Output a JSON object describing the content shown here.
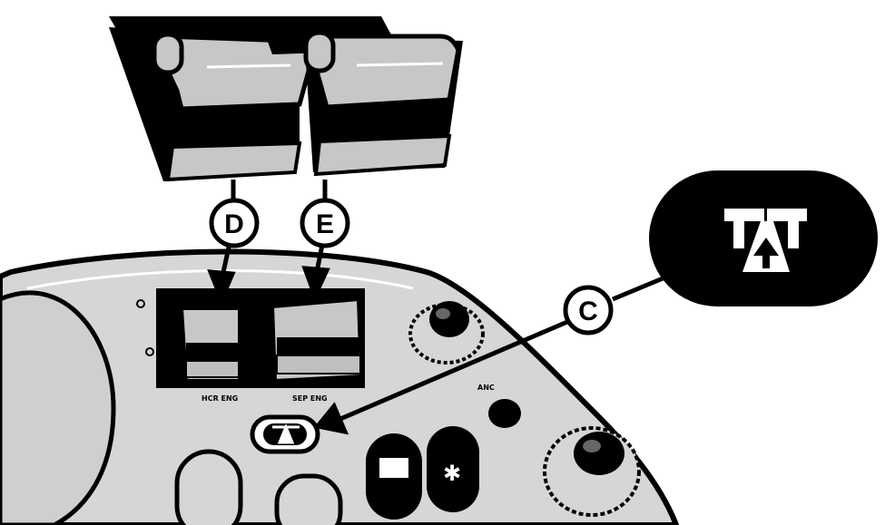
{
  "callouts": {
    "d": "D",
    "e": "E",
    "c": "C"
  },
  "labels": {
    "switch_d": "HCR ENG",
    "switch_e": "SEP ENG",
    "anc": "ANC"
  },
  "icons": {
    "highway": "highway-road-arrow-icon"
  },
  "colors": {
    "ink": "#000000",
    "panel": "#d6d6d6",
    "rocker_face": "#c7c7c7",
    "paper": "#ffffff"
  }
}
